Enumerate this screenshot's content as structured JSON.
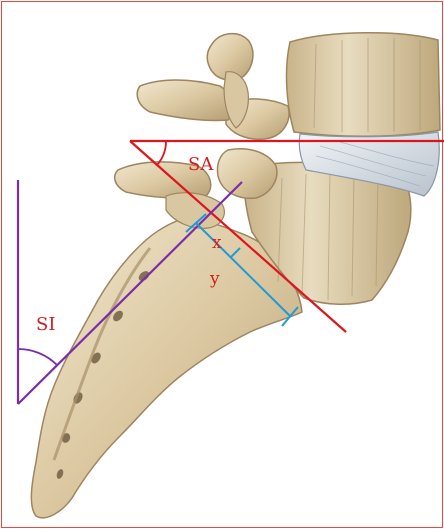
{
  "figure": {
    "labels": {
      "sa": "SA",
      "si": "SI",
      "x": "x",
      "y": "y"
    },
    "colors": {
      "frame": "#e64a3c",
      "red_line": "#e0141e",
      "purple_line": "#7a2ea8",
      "blue_line": "#1f9ad6",
      "label_red": "#d21e1e",
      "bone_light": "#e9dcc0",
      "bone_mid": "#d8c49b",
      "bone_dark": "#9d8560",
      "disc_light": "#e4ebf2",
      "disc_mid": "#c3ccd6"
    }
  }
}
